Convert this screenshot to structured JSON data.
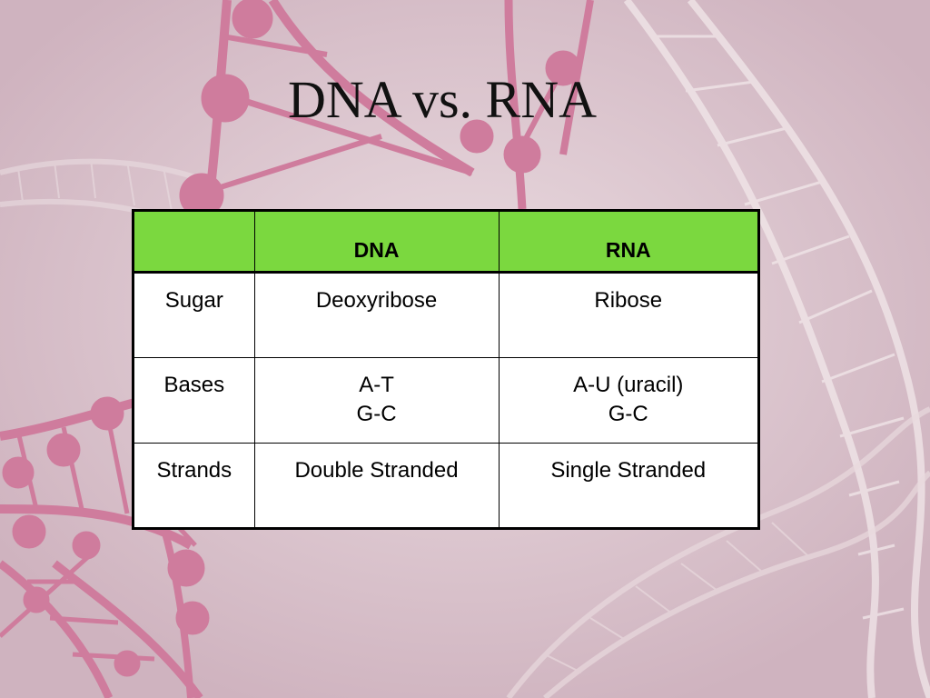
{
  "slide": {
    "title": "DNA vs. RNA"
  },
  "table": {
    "header": {
      "corner": "",
      "col1": "DNA",
      "col2": "RNA"
    },
    "rows": [
      {
        "label": "Sugar",
        "dna": [
          "Deoxyribose"
        ],
        "rna": [
          "Ribose"
        ]
      },
      {
        "label": "Bases",
        "dna": [
          "A-T",
          "G-C"
        ],
        "rna": [
          "A-U (uracil)",
          "G-C"
        ]
      },
      {
        "label": "Strands",
        "dna": [
          "Double Stranded"
        ],
        "rna": [
          "Single Stranded"
        ]
      }
    ]
  },
  "colors": {
    "background": "#d8c0ca",
    "header_fill": "#7bd83f",
    "helix_dark": "#cf7c9d",
    "helix_light": "#efe2e6"
  }
}
